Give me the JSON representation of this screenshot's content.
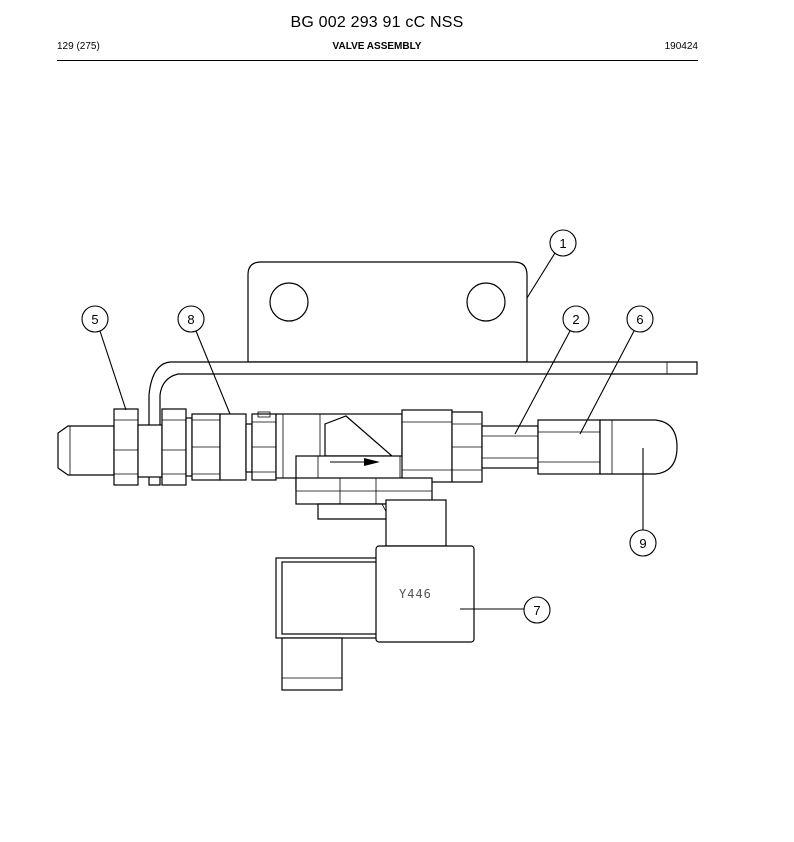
{
  "header": {
    "doc_number": "BG 002 293 91 cC NSS",
    "page": "129 (275)",
    "title": "VALVE ASSEMBLY",
    "date_code": "190424"
  },
  "drawing": {
    "coil_label": "Y446",
    "callouts": [
      {
        "id": "callout-1",
        "label": "1"
      },
      {
        "id": "callout-2",
        "label": "2"
      },
      {
        "id": "callout-5",
        "label": "5"
      },
      {
        "id": "callout-6",
        "label": "6"
      },
      {
        "id": "callout-7",
        "label": "7"
      },
      {
        "id": "callout-8",
        "label": "8"
      },
      {
        "id": "callout-9",
        "label": "9"
      }
    ]
  }
}
